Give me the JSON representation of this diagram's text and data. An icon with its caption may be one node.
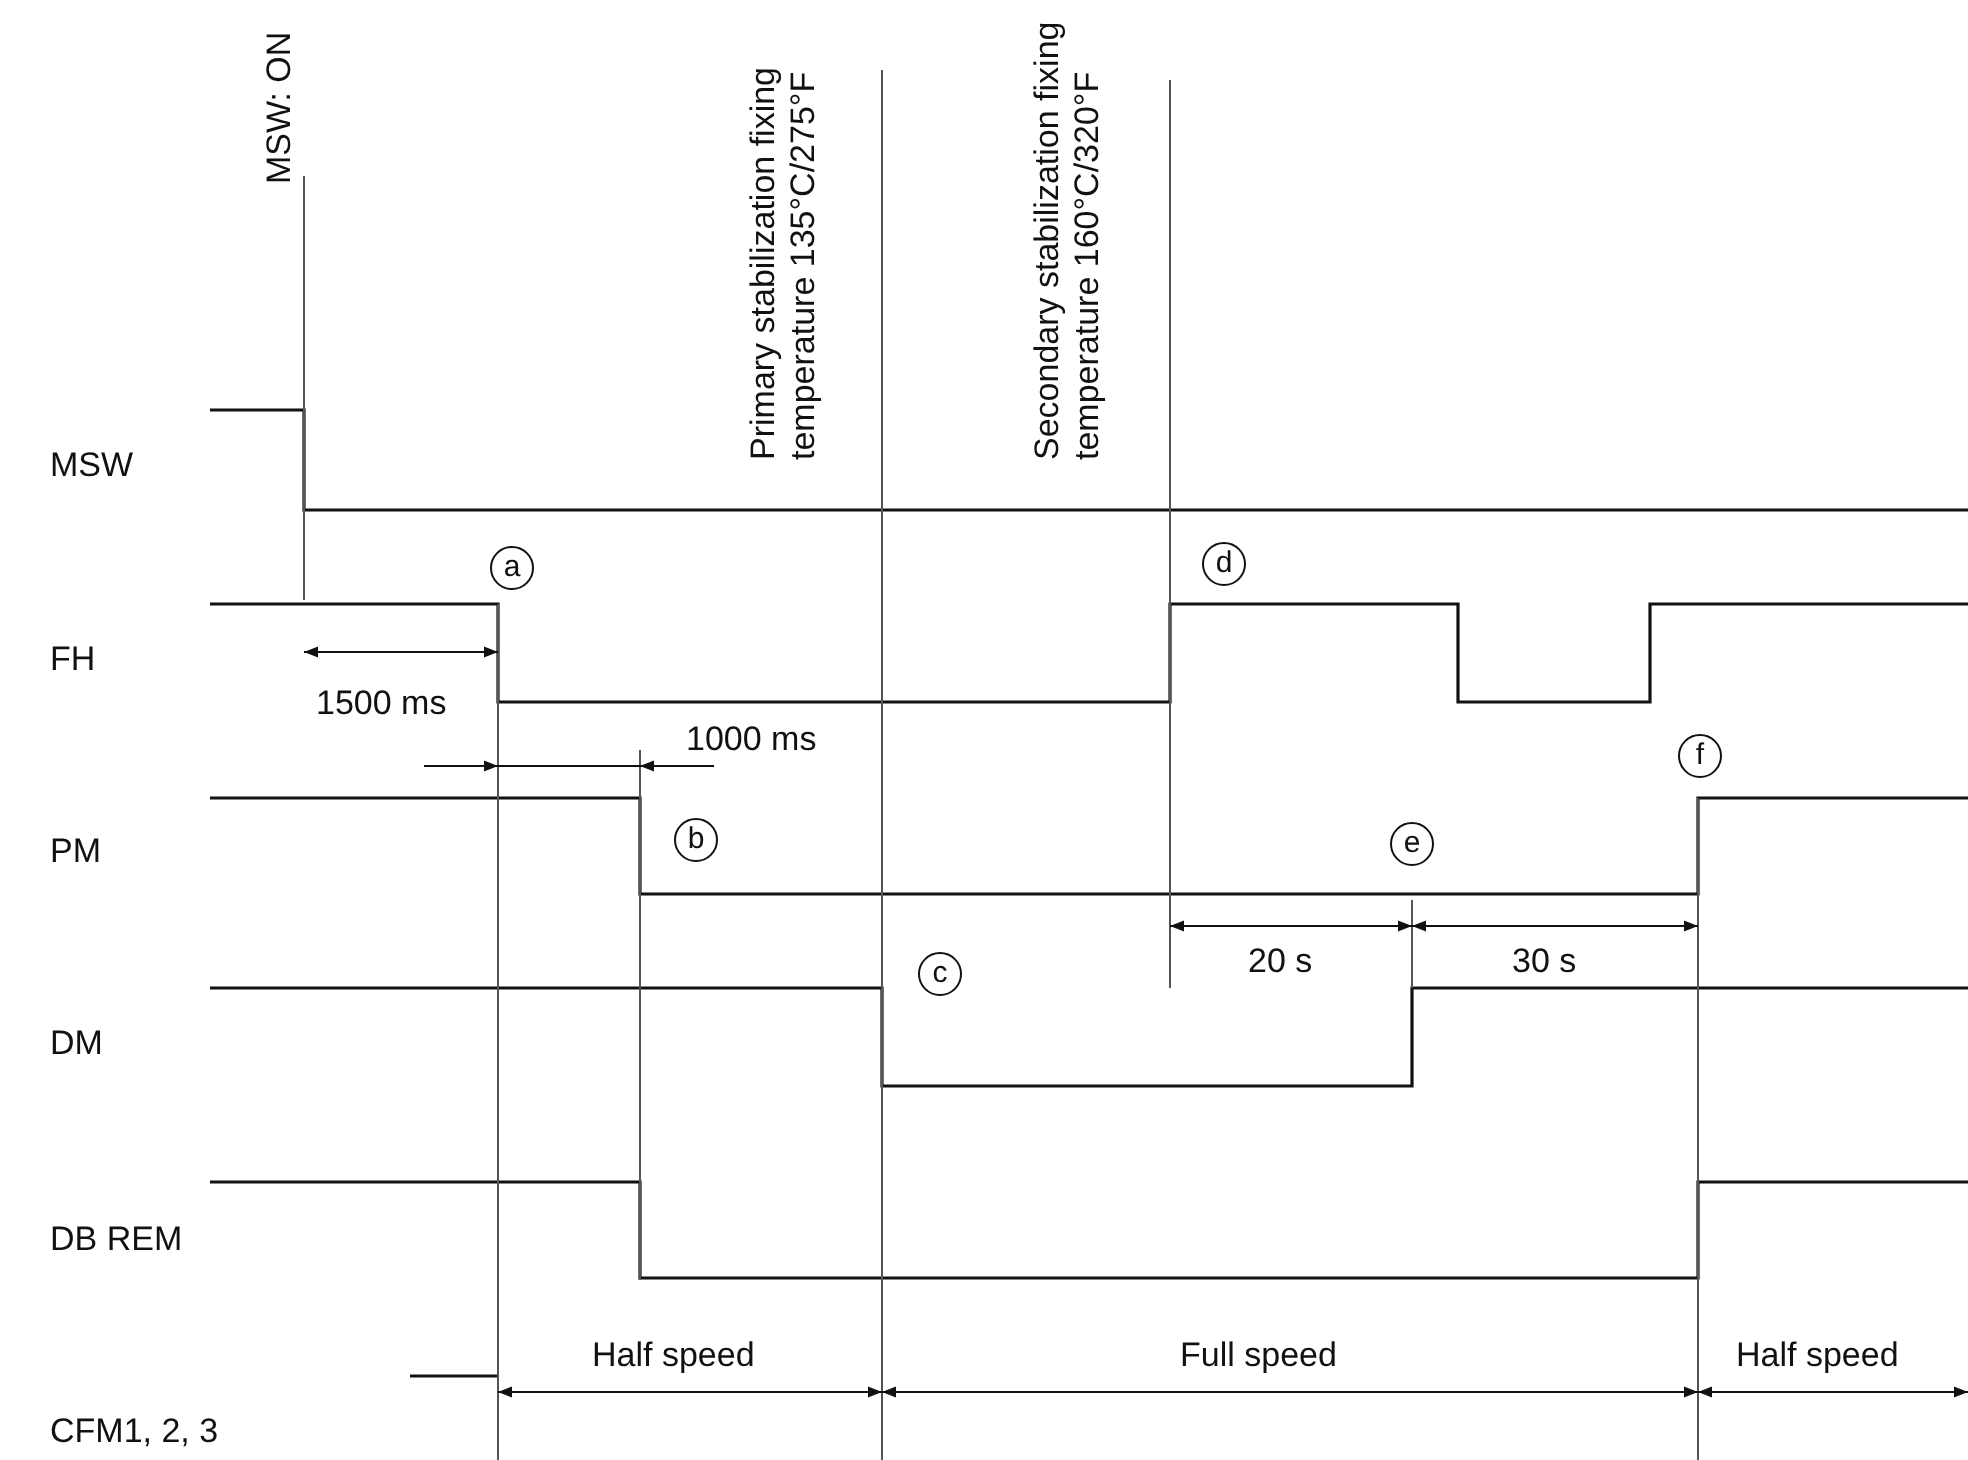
{
  "diagram": {
    "labels": [
      "MSW: ON",
      "Primary stabilization fixing temperature 135°C/275°F",
      "Secondary stabilization fixing temperature 160°C/320°F",
      "MSW",
      "a",
      "d",
      "FH",
      "1500 ms",
      "1000 ms",
      "f",
      "PM",
      "b",
      "e",
      "20 s",
      "30 s",
      "c",
      "DM",
      "DB REM",
      "Half speed",
      "Full speed",
      "Half speed",
      "CFM1, 2, 3"
    ]
  }
}
